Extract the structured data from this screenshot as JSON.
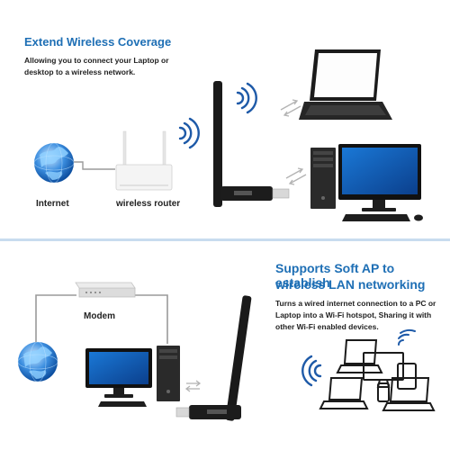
{
  "top": {
    "title": "Extend Wireless Coverage",
    "description_line1": "Allowing you to connect your Laptop or",
    "description_line2": "desktop to a wireless network.",
    "label_internet": "Internet",
    "label_router": "wireless router"
  },
  "bottom": {
    "title_line1": "Supports Soft AP to establish",
    "title_line2": "wireless LAN networking",
    "description_line1": "Turns a wired internet connection to a PC or",
    "description_line2": "Laptop into a Wi-Fi hotspot, Sharing it with",
    "description_line3": "other Wi-Fi enabled devices.",
    "label_modem": "Modem"
  },
  "colors": {
    "accent_blue": "#1e6fb5",
    "divider": "#c8dcef",
    "cable_gray": "#9a9a9a",
    "wifi_blue": "#1e5aa8"
  },
  "icons": [
    "globe-icon",
    "router-icon",
    "usb-adapter-icon",
    "wifi-waves-icon",
    "laptop-icon",
    "desktop-pc-icon",
    "monitor-icon",
    "keyboard-icon",
    "mouse-icon",
    "modem-icon",
    "tablet-icon",
    "phone-icon",
    "transfer-arrows-icon"
  ]
}
